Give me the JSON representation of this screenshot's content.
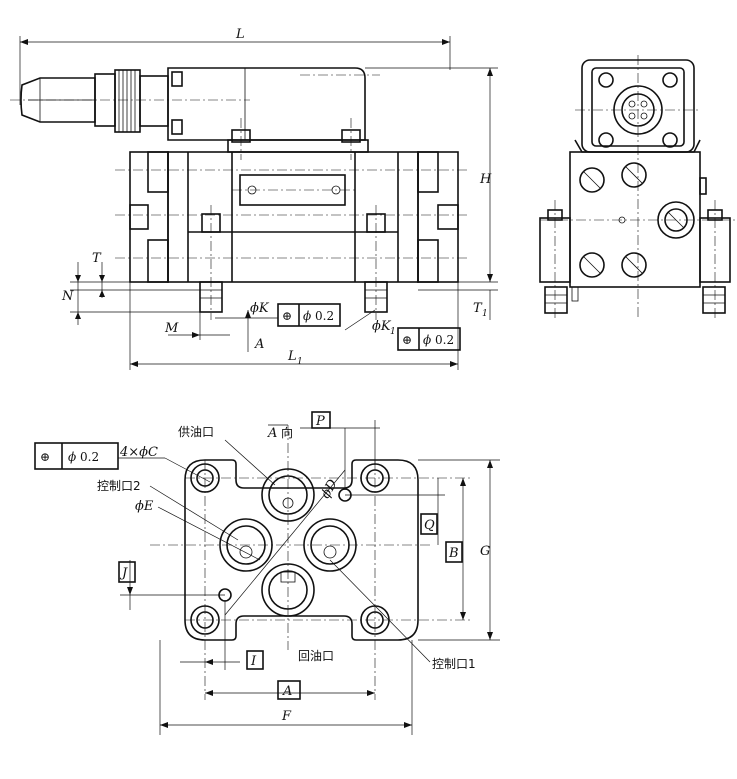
{
  "dimensions": {
    "L": "L",
    "H": "H",
    "T": "T",
    "N": "N",
    "T1": "T",
    "T1_sub": "1",
    "M": "M",
    "phiK": "ϕK",
    "phiK1": "ϕK",
    "phiK1_sub": "1",
    "L1": "L",
    "L1_sub": "1",
    "A_arrow": "A",
    "four_phiC": "4×ϕC",
    "phiE": "ϕE",
    "phiD": "ϕD",
    "P": "P",
    "Q": "Q",
    "B": "B",
    "G": "G",
    "J": "J",
    "I": "I",
    "A": "A",
    "F": "F"
  },
  "tolerance": {
    "symbol": "⊕",
    "phi": "ϕ",
    "value": "0.2"
  },
  "labels": {
    "supply_port": "供油口",
    "view_direction_A": "A",
    "view_direction_suffix": "向",
    "control_port_2": "控制口2",
    "control_port_1": "控制口1",
    "return_port": "回油口"
  }
}
